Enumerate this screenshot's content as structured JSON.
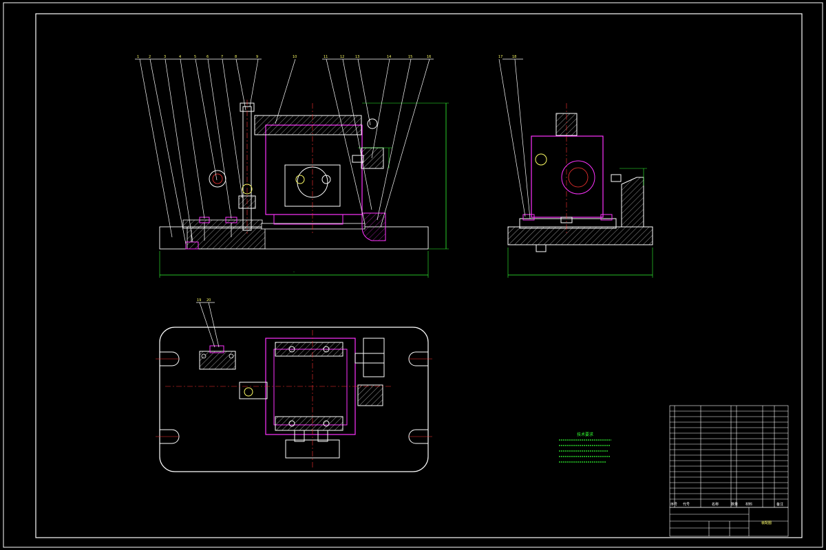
{
  "drawing": {
    "title_block_name": "装配图",
    "bom_header": {
      "no": "序号",
      "code": "代号",
      "name": "名称",
      "qty": "数量",
      "material": "材料",
      "note": "备注"
    },
    "tech_notes_title": "技术要求",
    "leaders_front": [
      "1",
      "2",
      "3",
      "4",
      "5",
      "6",
      "7",
      "8",
      "9",
      "10",
      "11",
      "12",
      "13",
      "14",
      "15",
      "16"
    ],
    "leaders_side": [
      "17",
      "18"
    ],
    "leaders_top": [
      "19",
      "20"
    ]
  },
  "colors": {
    "background": "#000000",
    "outline": "#ffffff",
    "part": "#ff33ff",
    "center": "#ff3333",
    "dimension": "#33ff33",
    "leader_text": "#ffff66"
  }
}
